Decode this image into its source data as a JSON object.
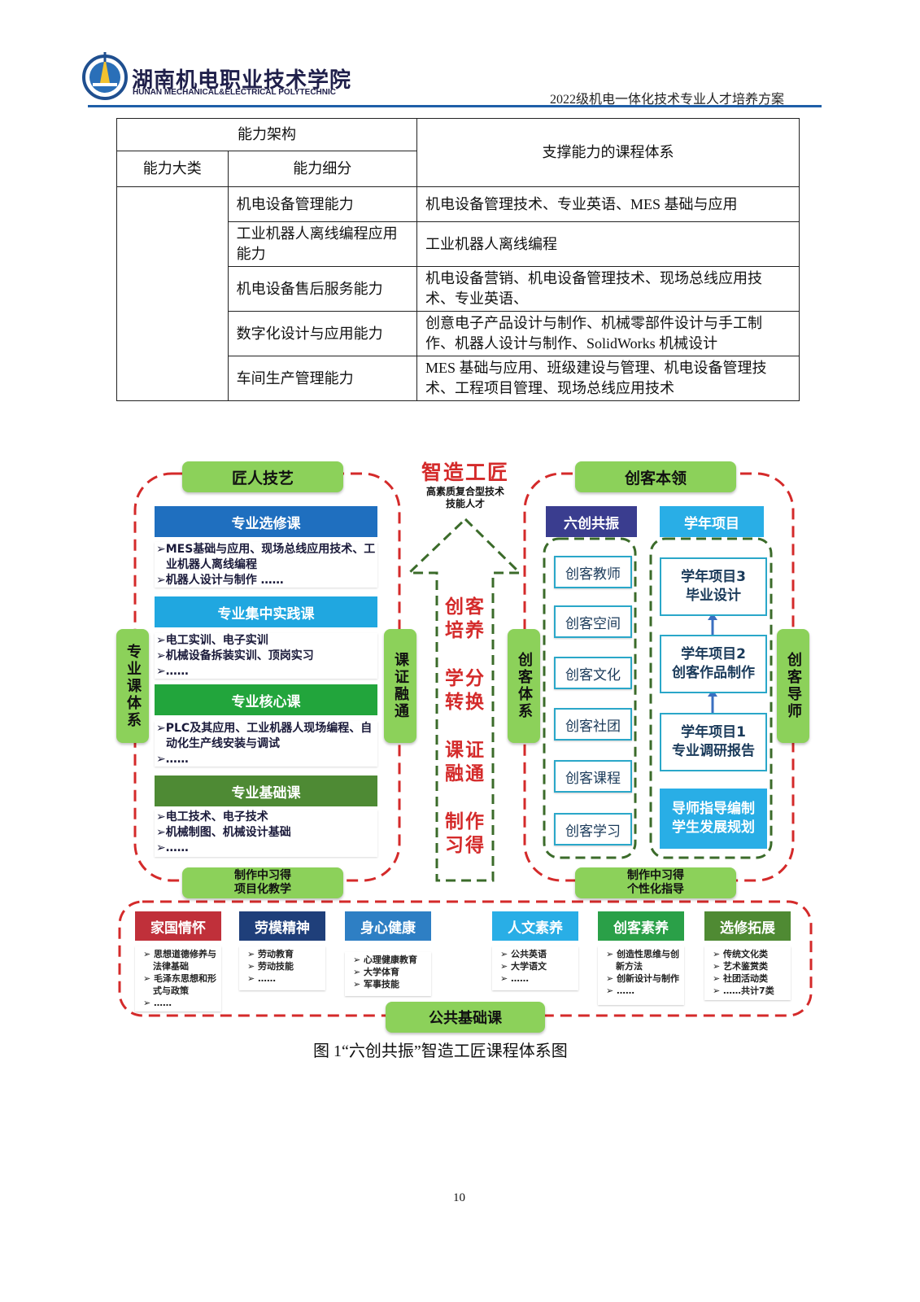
{
  "header": {
    "school_cn": "湖南机电职业技术学院",
    "school_en": "HUNAN MECHANICAL&ELECTRICAL POLYTECHNIC",
    "doc_title": "2022级机电一体化技术专业人才培养方案"
  },
  "table": {
    "head_group": "能力架构",
    "head_major": "能力大类",
    "head_sub": "能力细分",
    "head_courses": "支撑能力的课程体系",
    "rows": [
      {
        "ability": "机电设备管理能力",
        "courses": "机电设备管理技术、专业英语、MES 基础与应用"
      },
      {
        "ability": "工业机器人离线编程应用能力",
        "courses": "工业机器人离线编程"
      },
      {
        "ability": "机电设备售后服务能力",
        "courses": "机电设备营销、机电设备管理技术、现场总线应用技术、专业英语、"
      },
      {
        "ability": "数字化设计与应用能力",
        "courses": "创意电子产品设计与制作、机械零部件设计与手工制作、机器人设计与制作、SolidWorks 机械设计"
      },
      {
        "ability": "车间生产管理能力",
        "courses": "MES 基础与应用、班级建设与管理、机电设备管理技术、工程项目管理、现场总线应用技术"
      }
    ]
  },
  "diagram": {
    "left_title": "匠人技艺",
    "left_side": "专业课体系",
    "left_side2": "课证融通",
    "left_bottom_1": "制作中习得",
    "left_bottom_2": "项目化教学",
    "courses": [
      {
        "name": "专业选修课",
        "color": "#1f6fbf",
        "items": [
          "MES基础与应用、现场总线应用技术、工业机器人离线编程",
          "机器人设计与制作 ……"
        ]
      },
      {
        "name": "专业集中实践课",
        "color": "#20a7e0",
        "items": [
          "电工实训、电子实训",
          "机械设备拆装实训、顶岗实习",
          "……"
        ]
      },
      {
        "name": "专业核心课",
        "color": "#22a53c",
        "items": [
          "PLC及其应用、工业机器人现场编程、自动化生产线安装与调试",
          "……"
        ]
      },
      {
        "name": "专业基础课",
        "color": "#4e8a34",
        "items": [
          "电工技术、电子技术",
          "机械制图、机械设计基础",
          "……"
        ]
      }
    ],
    "center_title": "智造工匠",
    "center_sub_1": "高素质复合型技术",
    "center_sub_2": "技能人才",
    "center_words": [
      "创客培养",
      "学分转换",
      "课证融通",
      "制作习得"
    ],
    "right_title": "创客本领",
    "right_side": "创客体系",
    "right_side2": "创客导师",
    "six_head": "六创共振",
    "six_items": [
      "创客教师",
      "创客空间",
      "创客文化",
      "创客社团",
      "创客课程",
      "创客学习"
    ],
    "proj_head": "学年项目",
    "proj_items": [
      {
        "l1": "学年项目3",
        "l2": "毕业设计"
      },
      {
        "l1": "学年项目2",
        "l2": "创客作品制作"
      },
      {
        "l1": "学年项目1",
        "l2": "专业调研报告"
      }
    ],
    "proj_guide_1": "导师指导编制",
    "proj_guide_2": "学生发展规划",
    "right_bottom_1": "制作中习得",
    "right_bottom_2": "个性化指导",
    "public_label": "公共基础课",
    "public": [
      {
        "name": "家国情怀",
        "color": "#c0303a",
        "items": [
          "思想道德修养与法律基础",
          "毛泽东思想和形式与政策",
          "……"
        ]
      },
      {
        "name": "劳模精神",
        "color": "#1f3f7a",
        "items": [
          "劳动教育",
          "劳动技能",
          "……"
        ]
      },
      {
        "name": "身心健康",
        "color": "#2e7fc4",
        "items": [
          "心理健康教育",
          "大学体育",
          "军事技能"
        ]
      },
      {
        "name": "人文素养",
        "color": "#29aee6",
        "items": [
          "公共英语",
          "大学语文",
          "……"
        ]
      },
      {
        "name": "创客素养",
        "color": "#2aa048",
        "items": [
          "创造性思维与创新方法",
          "创新设计与制作",
          "……"
        ]
      },
      {
        "name": "选修拓展",
        "color": "#4f8a33",
        "items": [
          "传统文化类",
          "艺术鉴赏类",
          "社团活动类",
          "……共计7类"
        ]
      }
    ]
  },
  "caption": "图 1“六创共振”智造工匠课程体系图",
  "page_number": "10"
}
